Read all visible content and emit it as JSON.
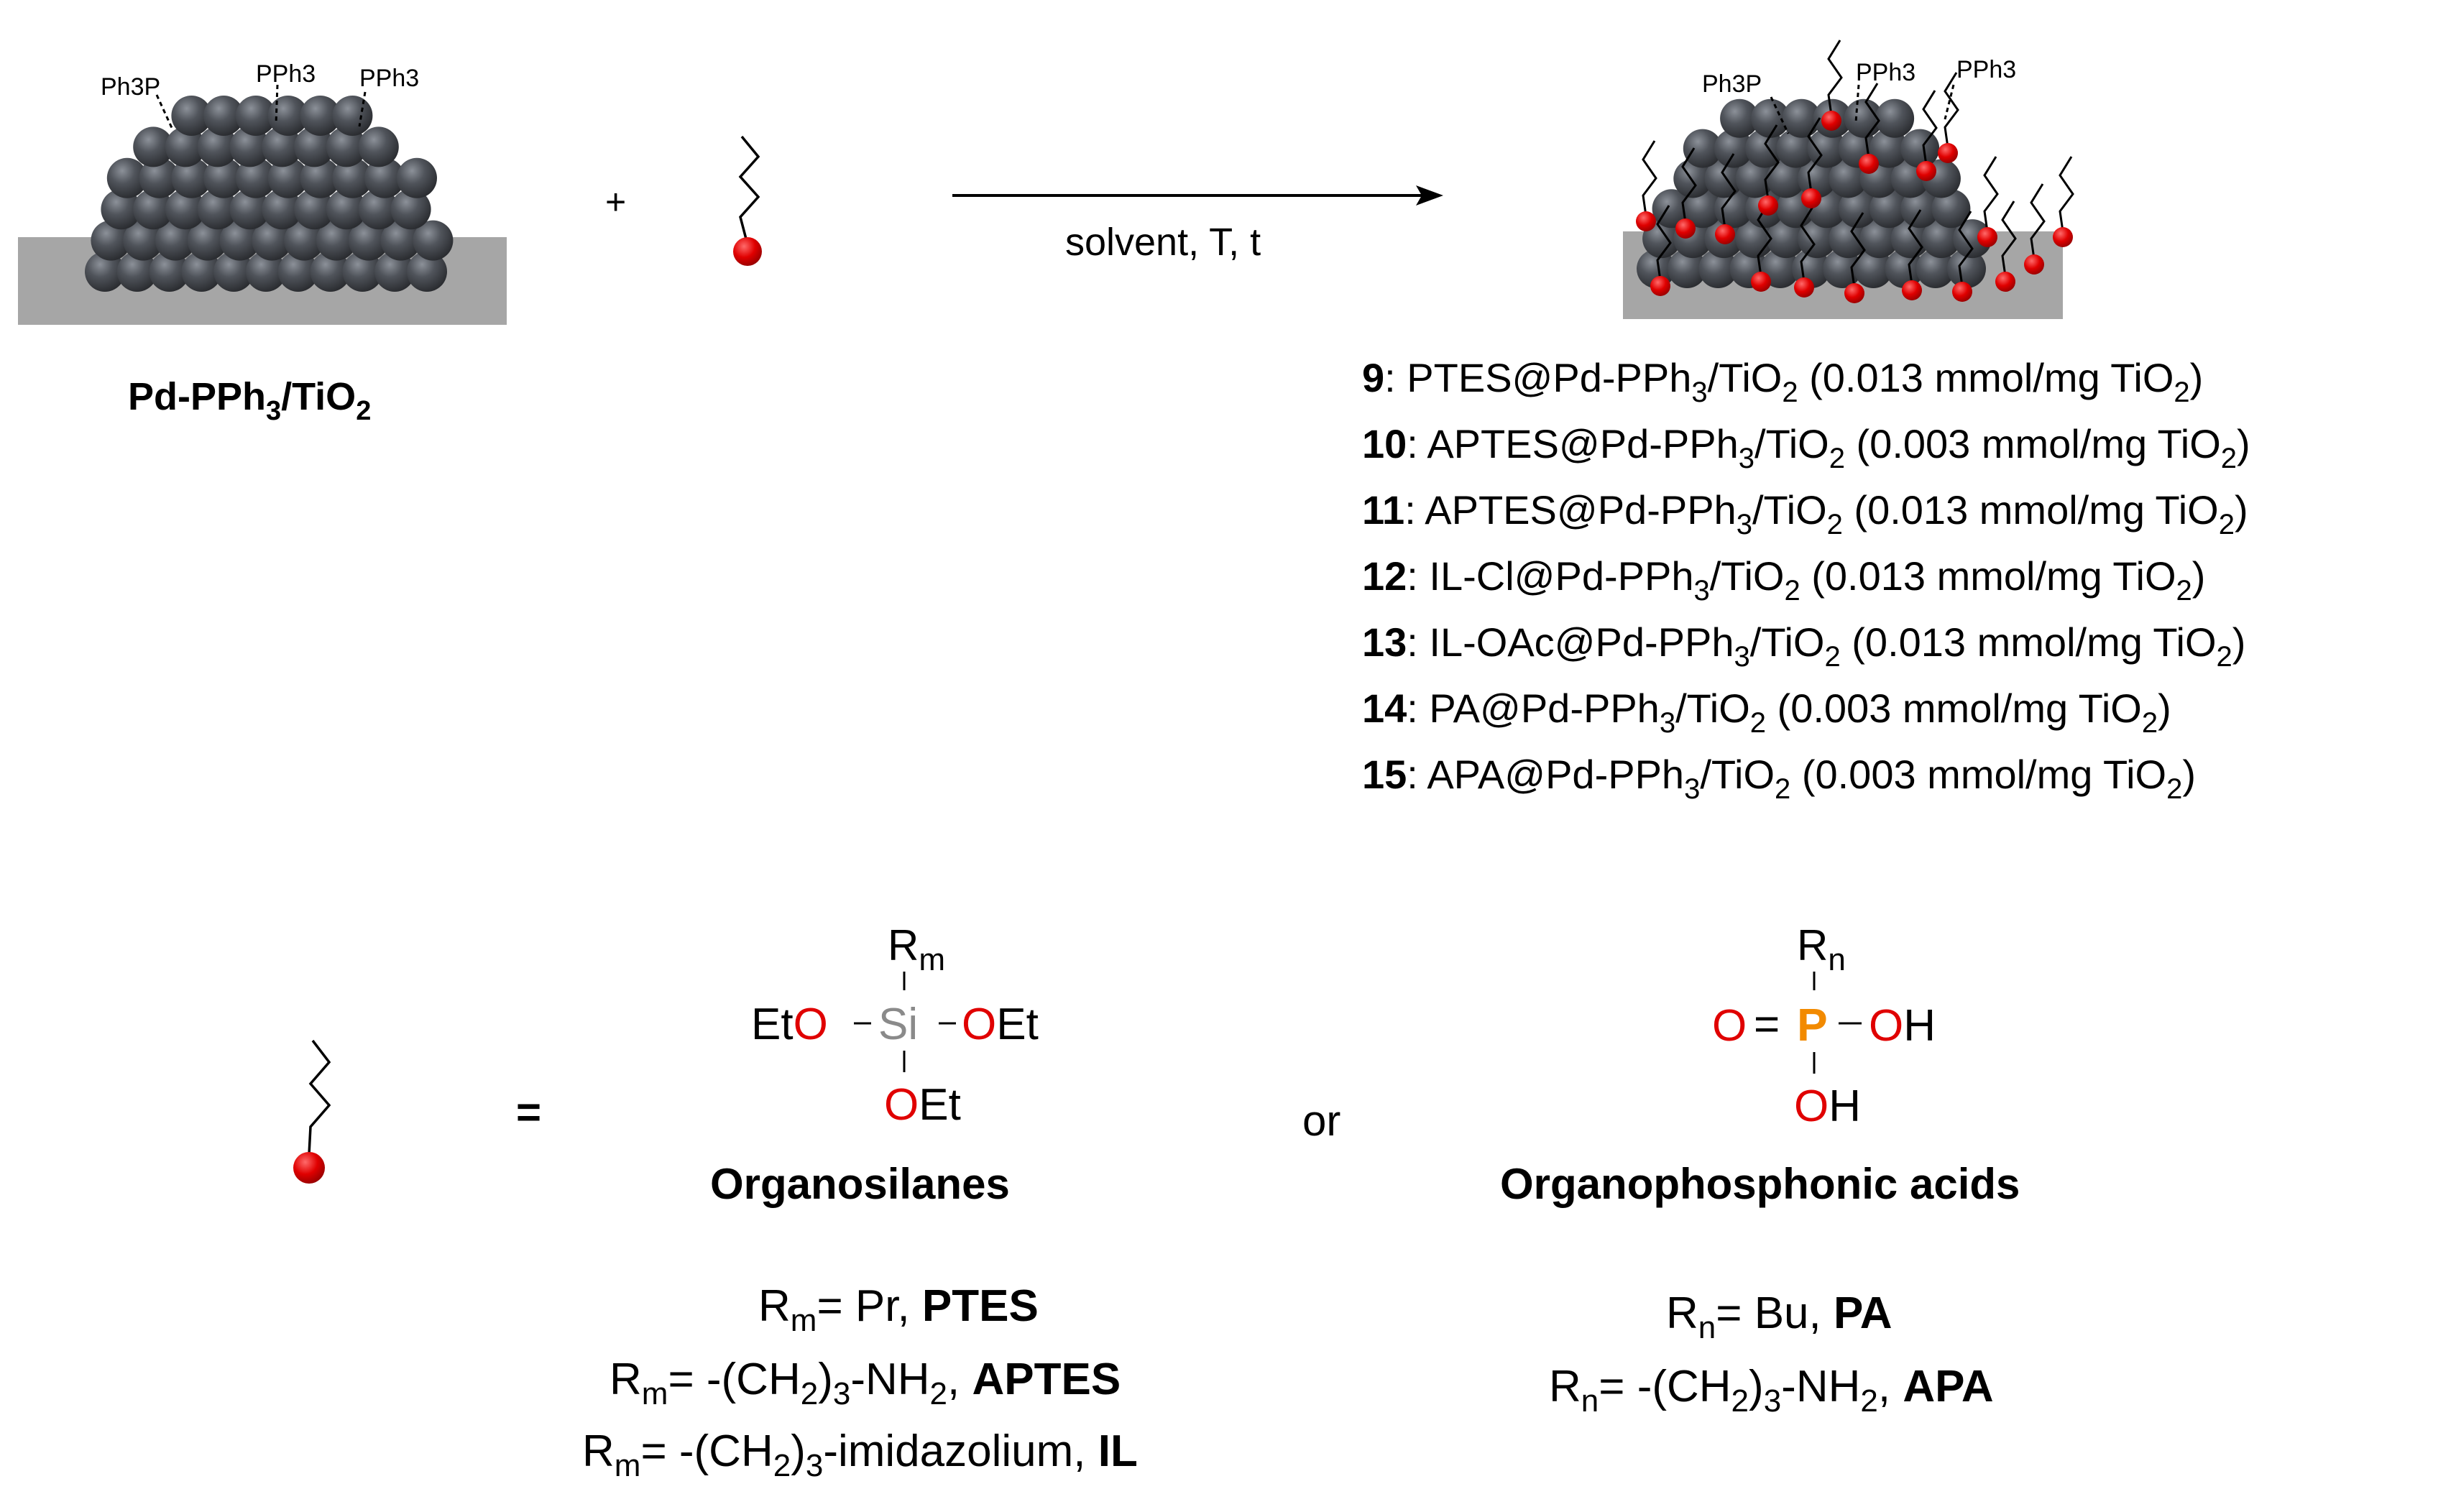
{
  "colors": {
    "support": "#a6a6a6",
    "pd_atom": "#4a4e55",
    "anchor_red": "#e00000",
    "phosphorus_orange": "#f28a00",
    "silicon_grey": "#8a8a8a"
  },
  "left_particle": {
    "ligands": [
      "Ph3P",
      "PPh3",
      "PPh3"
    ],
    "label_main": "Pd-PPh",
    "label_sub1": "3",
    "label_mid": "/TiO",
    "label_sub2": "2"
  },
  "plus_sign": "+",
  "arrow_condition": "solvent, T,  t",
  "right_particle": {
    "ligands": [
      "Ph3P",
      "PPh3",
      "PPh3"
    ]
  },
  "products": [
    {
      "num": "9",
      "name": "PTES@Pd-PPh",
      "sub1": "3",
      "mid": "/TiO",
      "sub2": "2",
      "load": " (0.013 mmol/mg TiO",
      "sub3": "2",
      "end": ")"
    },
    {
      "num": "10",
      "name": "APTES@Pd-PPh",
      "sub1": "3",
      "mid": "/TiO",
      "sub2": "2",
      "load": " (0.003 mmol/mg TiO",
      "sub3": "2",
      "end": ")"
    },
    {
      "num": "11",
      "name": "APTES@Pd-PPh",
      "sub1": "3",
      "mid": "/TiO",
      "sub2": "2",
      "load": " (0.013 mmol/mg TiO",
      "sub3": "2",
      "end": ")"
    },
    {
      "num": "12",
      "name": "IL-Cl@Pd-PPh",
      "sub1": "3",
      "mid": "/TiO",
      "sub2": "2",
      "load": " (0.013 mmol/mg TiO",
      "sub3": "2",
      "end": ")"
    },
    {
      "num": "13",
      "name": "IL-OAc@Pd-PPh",
      "sub1": "3",
      "mid": "/TiO",
      "sub2": "2",
      "load": " (0.013 mmol/mg TiO",
      "sub3": "2",
      "end": ")"
    },
    {
      "num": "14",
      "name": "PA@Pd-PPh",
      "sub1": "3",
      "mid": "/TiO",
      "sub2": "2",
      "load": " (0.003 mmol/mg TiO",
      "sub3": "2",
      "end": ")"
    },
    {
      "num": "15",
      "name": "APA@Pd-PPh",
      "sub1": "3",
      "mid": "/TiO",
      "sub2": "2",
      "load": " (0.003 mmol/mg TiO",
      "sub3": "2",
      "end": ")"
    }
  ],
  "equals_sign": "=",
  "or_text": "or",
  "silane": {
    "r_main": "R",
    "r_sub": "m",
    "left_et": "Et",
    "left_o": "O",
    "si": "Si",
    "right_o": "O",
    "right_et": "Et",
    "bottom_o": "O",
    "bottom_et": "Et",
    "title": "Organosilanes",
    "defs": [
      {
        "r": "R",
        "sub": "m",
        "eq": "= Pr, ",
        "chain": "",
        "chain_sub": "",
        "chain_end": "",
        "name": "PTES"
      },
      {
        "r": "R",
        "sub": "m",
        "eq": "= -(CH",
        "chain": "2",
        "chain_sub": ")",
        "chain_end": "-NH",
        "name": "APTES"
      },
      {
        "r": "R",
        "sub": "m",
        "eq": "= -(CH",
        "chain": "2",
        "chain_sub": ")",
        "chain_end": "-imidazolium, ",
        "name": "IL"
      }
    ],
    "def1_sub3": "3",
    "def1_nh_sub": "2",
    "def1_sep": ", ",
    "def2_sub3": "3"
  },
  "phosphonic": {
    "r_main": "R",
    "r_sub": "n",
    "left_o": "O",
    "dbl": "=",
    "p": "P",
    "right_o": "O",
    "right_h": "H",
    "bottom_o": "O",
    "bottom_h": "H",
    "title": "Organophosphonic acids",
    "def0": {
      "r": "R",
      "sub": "n",
      "eq": "= Bu, ",
      "name": "PA"
    },
    "def1": {
      "r": "R",
      "sub": "n",
      "eq": "= -(CH",
      "s1": "2",
      "mid": ")",
      "s2": "3",
      "tail": "-NH",
      "s3": "2",
      "sep": ", ",
      "name": "APA"
    }
  }
}
